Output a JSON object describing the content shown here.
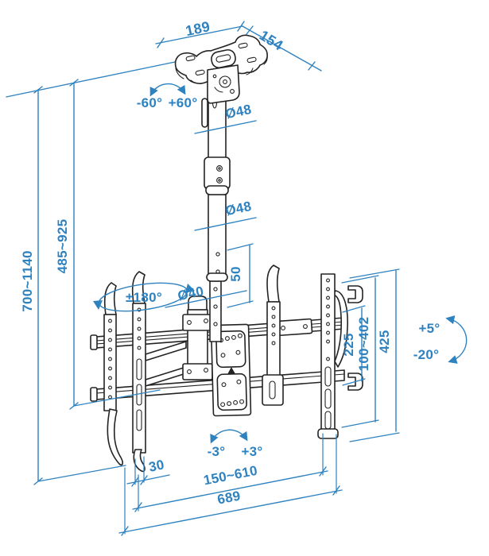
{
  "figure": {
    "kind": "ceiling-tv-mount-dimension-diagram",
    "colors": {
      "dimension_blue": "#2e82c0",
      "line_art": "#232323",
      "background": "#ffffff"
    }
  },
  "labels": {
    "plate_width": "189",
    "plate_depth": "154",
    "rotate_ccw": "-60°",
    "rotate_cw": "+60°",
    "upper_tube_diameter": "Ø48",
    "lower_tube_diameter": "Ø48",
    "inner_pole_diameter": "Ø40",
    "hole_spacing": "50",
    "pole_height_range": "485~925",
    "total_height_range": "700~1140",
    "swivel_range": "±180°",
    "hook_spacing": "225",
    "bracket_height_range": "100~402",
    "bracket_height": "425",
    "tilt_up": "+5°",
    "tilt_down": "-20°",
    "level_ccw": "-3°",
    "level_cw": "+3°",
    "edge_offset": "30",
    "rail_width_range": "150~610",
    "total_width": "689"
  }
}
